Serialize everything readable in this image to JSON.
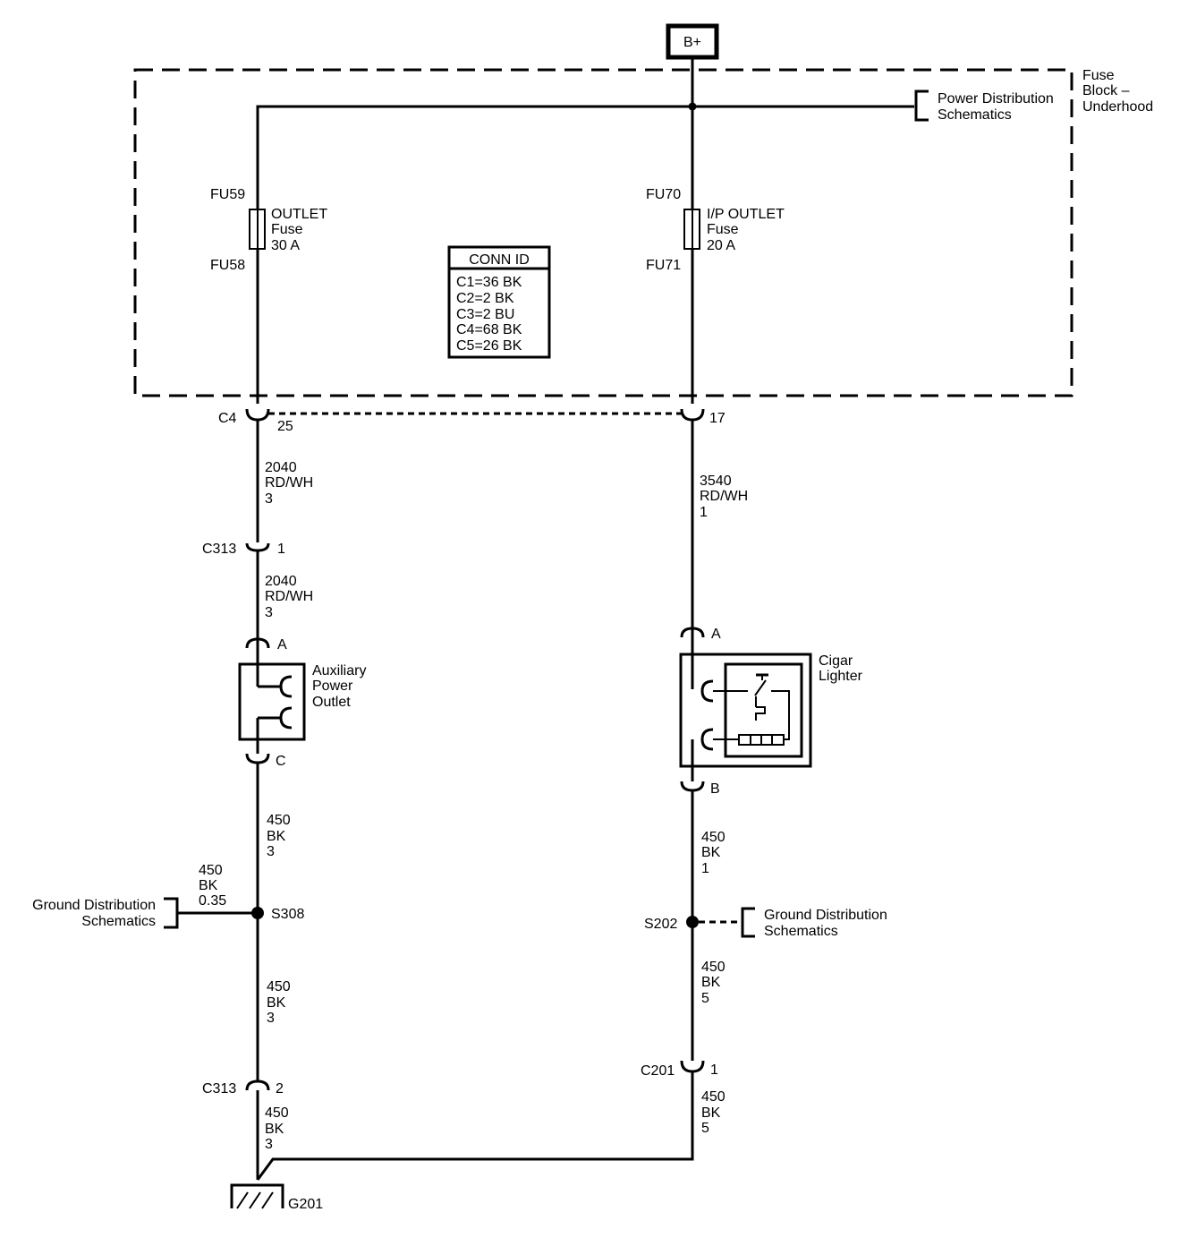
{
  "battery": "B+",
  "fuse_block": {
    "line1": "Fuse",
    "line2": "Block –",
    "line3": "Underhood"
  },
  "power_ref": {
    "line1": "Power Distribution",
    "line2": "Schematics"
  },
  "fuse_left": {
    "top": "FU59",
    "bottom": "FU58",
    "name1": "OUTLET",
    "name2": "Fuse",
    "rating": "30 A"
  },
  "fuse_right": {
    "top": "FU70",
    "bottom": "FU71",
    "name1": "I/P OUTLET",
    "name2": "Fuse",
    "rating": "20 A"
  },
  "conn_id": {
    "title": "CONN ID",
    "rows": [
      "C1=36 BK",
      "C2=2 BK",
      "C3=2 BU",
      "C4=68 BK",
      "C5=26 BK"
    ]
  },
  "connectors": {
    "c4": "C4",
    "c4_left_pin": "25",
    "c4_right_pin": "17",
    "c313": "C313",
    "c313_top_pin": "1",
    "c313_bottom_pin": "2",
    "aux_a": "A",
    "aux_c": "C",
    "cig_a": "A",
    "cig_b": "B",
    "c201": "C201",
    "c201_pin": "1"
  },
  "wires": {
    "w1": [
      "2040",
      "RD/WH",
      "3"
    ],
    "w2": [
      "2040",
      "RD/WH",
      "3"
    ],
    "w3": [
      "450",
      "BK",
      "3"
    ],
    "w4": [
      "450",
      "BK",
      "0.35"
    ],
    "w5": [
      "450",
      "BK",
      "3"
    ],
    "w6": [
      "450",
      "BK",
      "3"
    ],
    "w7": [
      "3540",
      "RD/WH",
      "1"
    ],
    "w8": [
      "450",
      "BK",
      "1"
    ],
    "w9": [
      "450",
      "BK",
      "5"
    ],
    "w10": [
      "450",
      "BK",
      "5"
    ]
  },
  "components": {
    "aux": [
      "Auxiliary",
      "Power",
      "Outlet"
    ],
    "cigar": [
      "Cigar",
      "Lighter"
    ]
  },
  "splices": {
    "left": "S308",
    "right": "S202"
  },
  "ground_ref_left": {
    "line1": "Ground Distribution",
    "line2": "Schematics"
  },
  "ground_ref_right": {
    "line1": "Ground Distribution",
    "line2": "Schematics"
  },
  "ground": "G201"
}
